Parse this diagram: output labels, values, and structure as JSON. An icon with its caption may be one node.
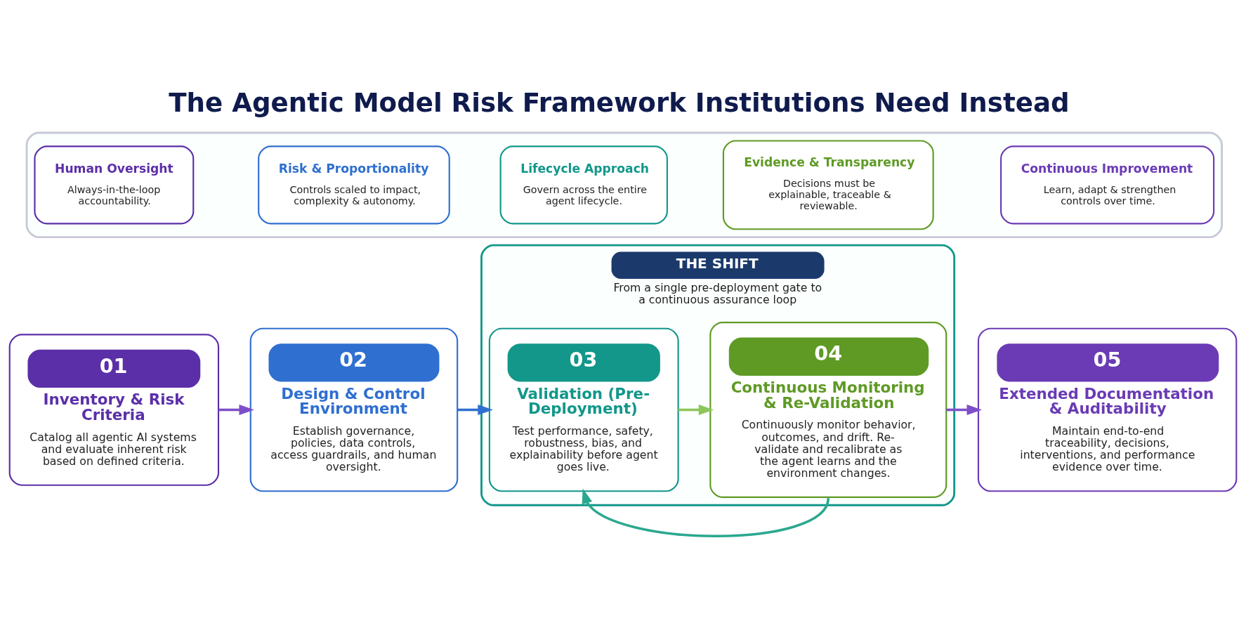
{
  "diagram": {
    "title": "The Agentic Model Risk Framework Institutions Need Instead",
    "nodes": [
      {
        "text": [
          "01",
          "Inventory & Risk Criteria",
          "Catalog all agentic AI systems and evaluate inherent risk based on defined criteria."
        ]
      },
      {
        "text": [
          "02",
          "Design & Control Environment",
          "Establish governance, policies, data controls, access guardrails, and human oversight."
        ]
      },
      {
        "text": [
          "THE SHIFT",
          "From a single pre-deployment gate to a continuous assurance loop"
        ]
      },
      {
        "text": [
          "03",
          "Validation (Pre-Deployment)",
          "Test performance, safety, robustness, bias, and explainability before agent goes live."
        ],
        "in": 2
      },
      {
        "text": [
          "04",
          "Continuous Monitoring & Re-Validation",
          "Continuously monitor behavior, outcomes, and drift. Re-validate and recalibrate as the agent learns and the environment changes."
        ],
        "in": 2
      },
      {
        "text": [
          "05",
          "Extended Documentation & Auditability",
          "Maintain end-to-end traceability, decisions, interventions, and performance evidence over time."
        ]
      },
      {
        "text": [],
        "shape": "box"
      },
      {
        "text": [
          "Human Oversight",
          "Always-in-the-loop accountability."
        ],
        "in": 6
      },
      {
        "text": [
          "Risk & Proportionality",
          "Controls scaled to impact, complexity & autonomy."
        ],
        "in": 6
      },
      {
        "text": [
          "Lifecycle Approach",
          "Govern across the entire agent lifecycle."
        ],
        "in": 6
      },
      {
        "text": [
          "Evidence & Transparency",
          "Decisions must be explainable, traceable & reviewable."
        ],
        "in": 6
      },
      {
        "text": [
          "Continuous Improvement",
          "Learn, adapt & strengthen controls over time."
        ],
        "in": 6
      }
    ],
    "edges": [
      {
        "from": 0,
        "to": 1,
        "arrow": "to",
        "color": "#7d4fc9"
      },
      {
        "from": 1,
        "to": 3,
        "arrow": "to",
        "color": "#2f6fd0"
      },
      {
        "from": 3,
        "to": 4,
        "arrow": "to",
        "color": "#8cc65a"
      },
      {
        "from": 4,
        "to": 5,
        "arrow": "to",
        "color": "#7d4fc9"
      },
      {
        "from": 4,
        "to": 3,
        "arrow": "to",
        "color": "#2aa88f"
      }
    ]
  }
}
